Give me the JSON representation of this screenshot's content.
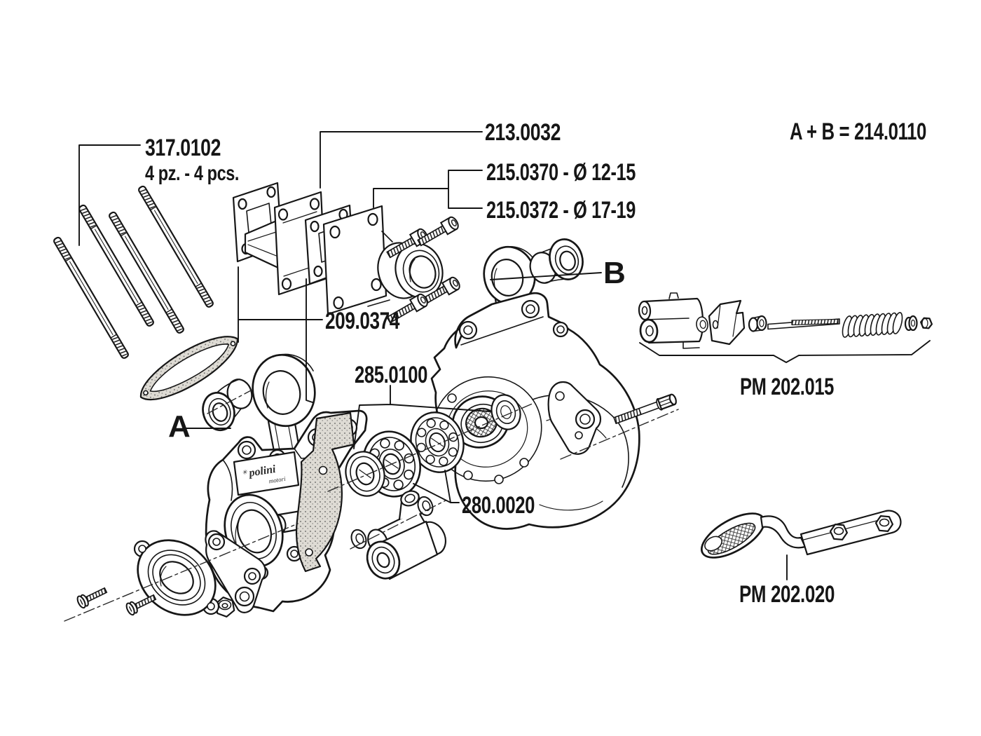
{
  "diagram": {
    "type": "exploded-parts-diagram",
    "subject": "engine crankcase assembly",
    "colors": {
      "paper": "#ffffff",
      "ink": "#161616",
      "gasket_stipple": "#d8d5ce"
    },
    "brand": {
      "mark": "✳",
      "line1": "polini",
      "line2": "motori"
    },
    "labels": {
      "studs_part": "317.0102",
      "studs_qty": "4 pz. - 4 pcs.",
      "reed_gasket_part": "213.0032",
      "manifold_small_part": "215.0370 - Ø 12-15",
      "manifold_large_part": "215.0372 - Ø 17-19",
      "formula": "A + B = 214.0110",
      "gasket_set_part": "209.0374",
      "seal_set_part": "285.0100",
      "bearing_part": "280.0020",
      "ref_a": "A",
      "ref_b": "B",
      "tensioner_kit_part": "PM 202.015",
      "tensioner_arm_part": "PM 202.020"
    }
  }
}
